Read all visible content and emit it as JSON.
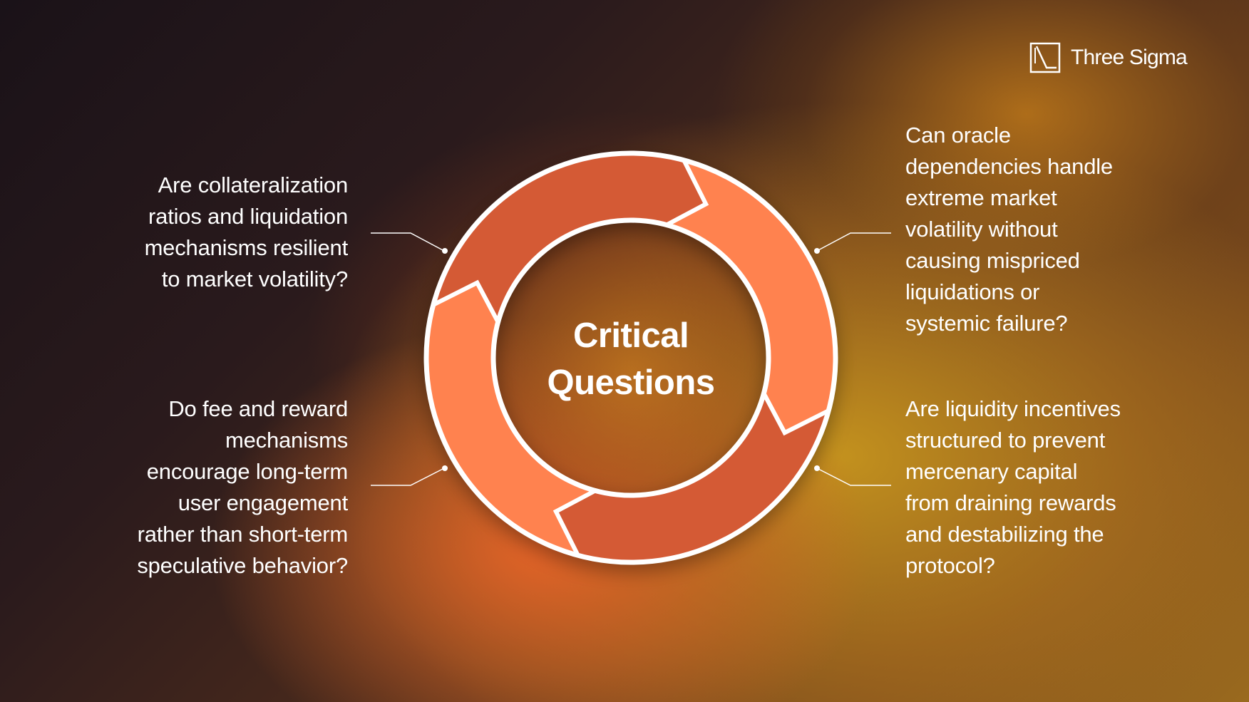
{
  "brand": {
    "name": "Three Sigma",
    "icon": "three-sigma-logo-icon"
  },
  "center": {
    "title": "Critical\nQuestions"
  },
  "questions": {
    "top_left": "Are collateralization\nratios and liquidation\nmechanisms resilient\nto market volatility?",
    "bottom_left": "Do fee and reward\nmechanisms\nencourage long-term\nuser engagement\nrather than short-term\nspeculative behavior?",
    "top_right": "Can oracle\ndependencies handle\nextreme market\nvolatility without\ncausing mispriced\nliquidations or\nsystemic failure?",
    "bottom_right": "Are liquidity incentives\nstructured to prevent\nmercenary capital\nfrom draining rewards\nand destabilizing the\nprotocol?"
  },
  "colors": {
    "arrow_dark": "#D45A36",
    "arrow_light": "#FF824F",
    "ring_stroke": "#FFFFFF",
    "connector": "#FFFFFF"
  }
}
